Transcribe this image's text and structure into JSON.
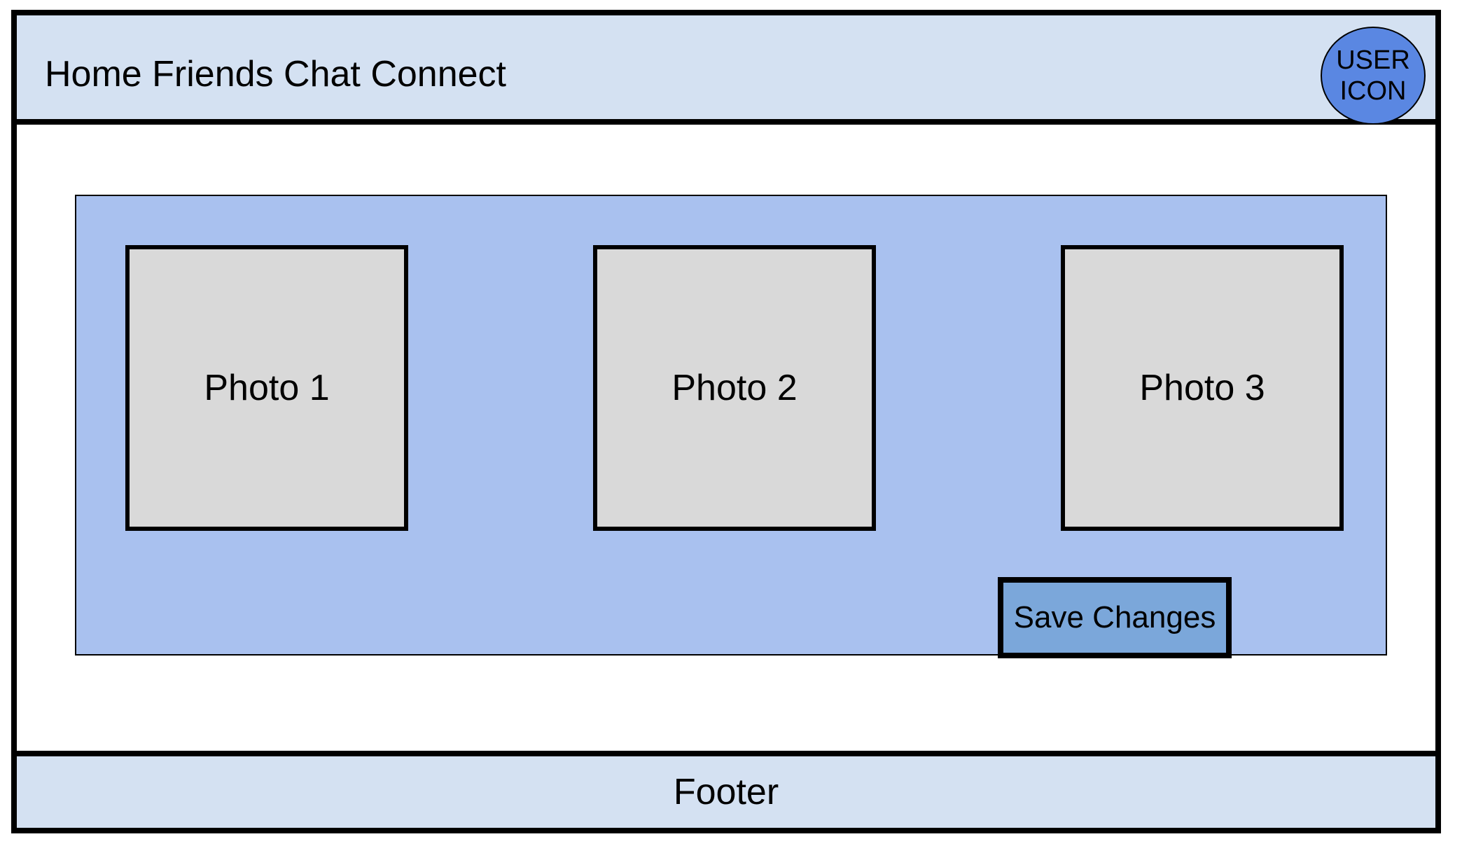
{
  "header": {
    "nav": [
      {
        "label": "Home"
      },
      {
        "label": "Friends"
      },
      {
        "label": "Chat"
      },
      {
        "label": "Connect"
      }
    ],
    "user_icon": {
      "line1": "USER",
      "line2": "ICON",
      "color": "#5a87e2"
    },
    "background": "#d4e1f2"
  },
  "gallery": {
    "background": "#a9c1ef",
    "photos": [
      {
        "label": "Photo 1"
      },
      {
        "label": "Photo 2"
      },
      {
        "label": "Photo 3"
      }
    ],
    "save_button": {
      "label": "Save Changes",
      "color": "#7ba7da"
    }
  },
  "footer": {
    "label": "Footer"
  }
}
